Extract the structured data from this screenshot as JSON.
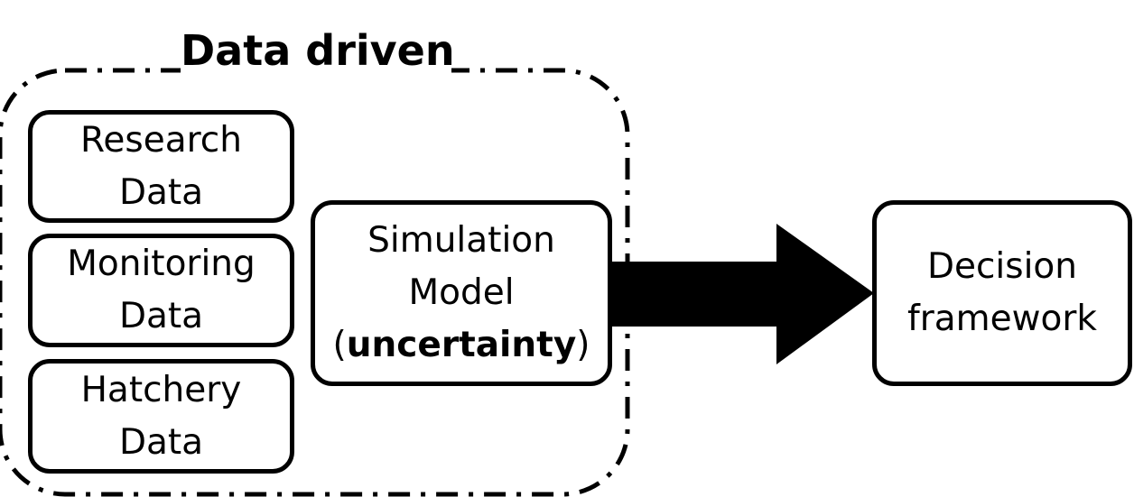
{
  "group": {
    "title": "Data driven"
  },
  "sources": [
    {
      "line1": "Research",
      "line2": "Data"
    },
    {
      "line1": "Monitoring",
      "line2": "Data"
    },
    {
      "line1": "Hatchery",
      "line2": "Data"
    }
  ],
  "model": {
    "line1": "Simulation",
    "line2": "Model",
    "line3_open": "(",
    "line3_bold": "uncertainty",
    "line3_close": ")"
  },
  "output": {
    "line1": "Decision",
    "line2": "framework"
  }
}
